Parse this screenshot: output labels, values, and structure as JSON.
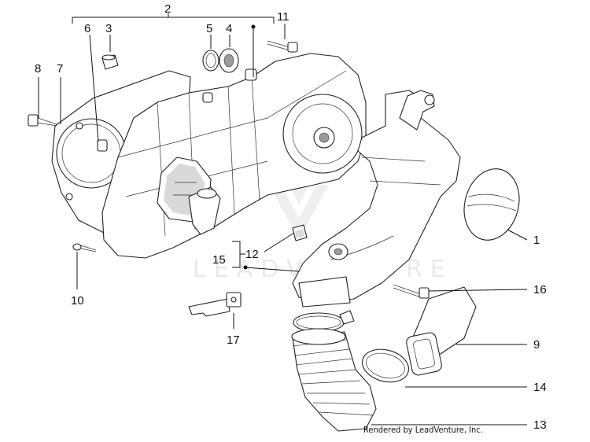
{
  "callouts": {
    "c1": "1",
    "c2": "2",
    "c3": "3",
    "c4": "4",
    "c5": "5",
    "c6": "6",
    "c7": "7",
    "c8": "8",
    "c9": "9",
    "c10": "10",
    "c11": "11",
    "c12": "12",
    "c13": "13",
    "c14": "14",
    "c15": "15",
    "c16": "16",
    "c17": "17"
  },
  "watermark": "LEADVENTURE",
  "footer": "Rendered by LeadVenture, Inc.",
  "colors": {
    "line": "#111111",
    "shade": "#d9d9d9",
    "background": "#ffffff"
  }
}
